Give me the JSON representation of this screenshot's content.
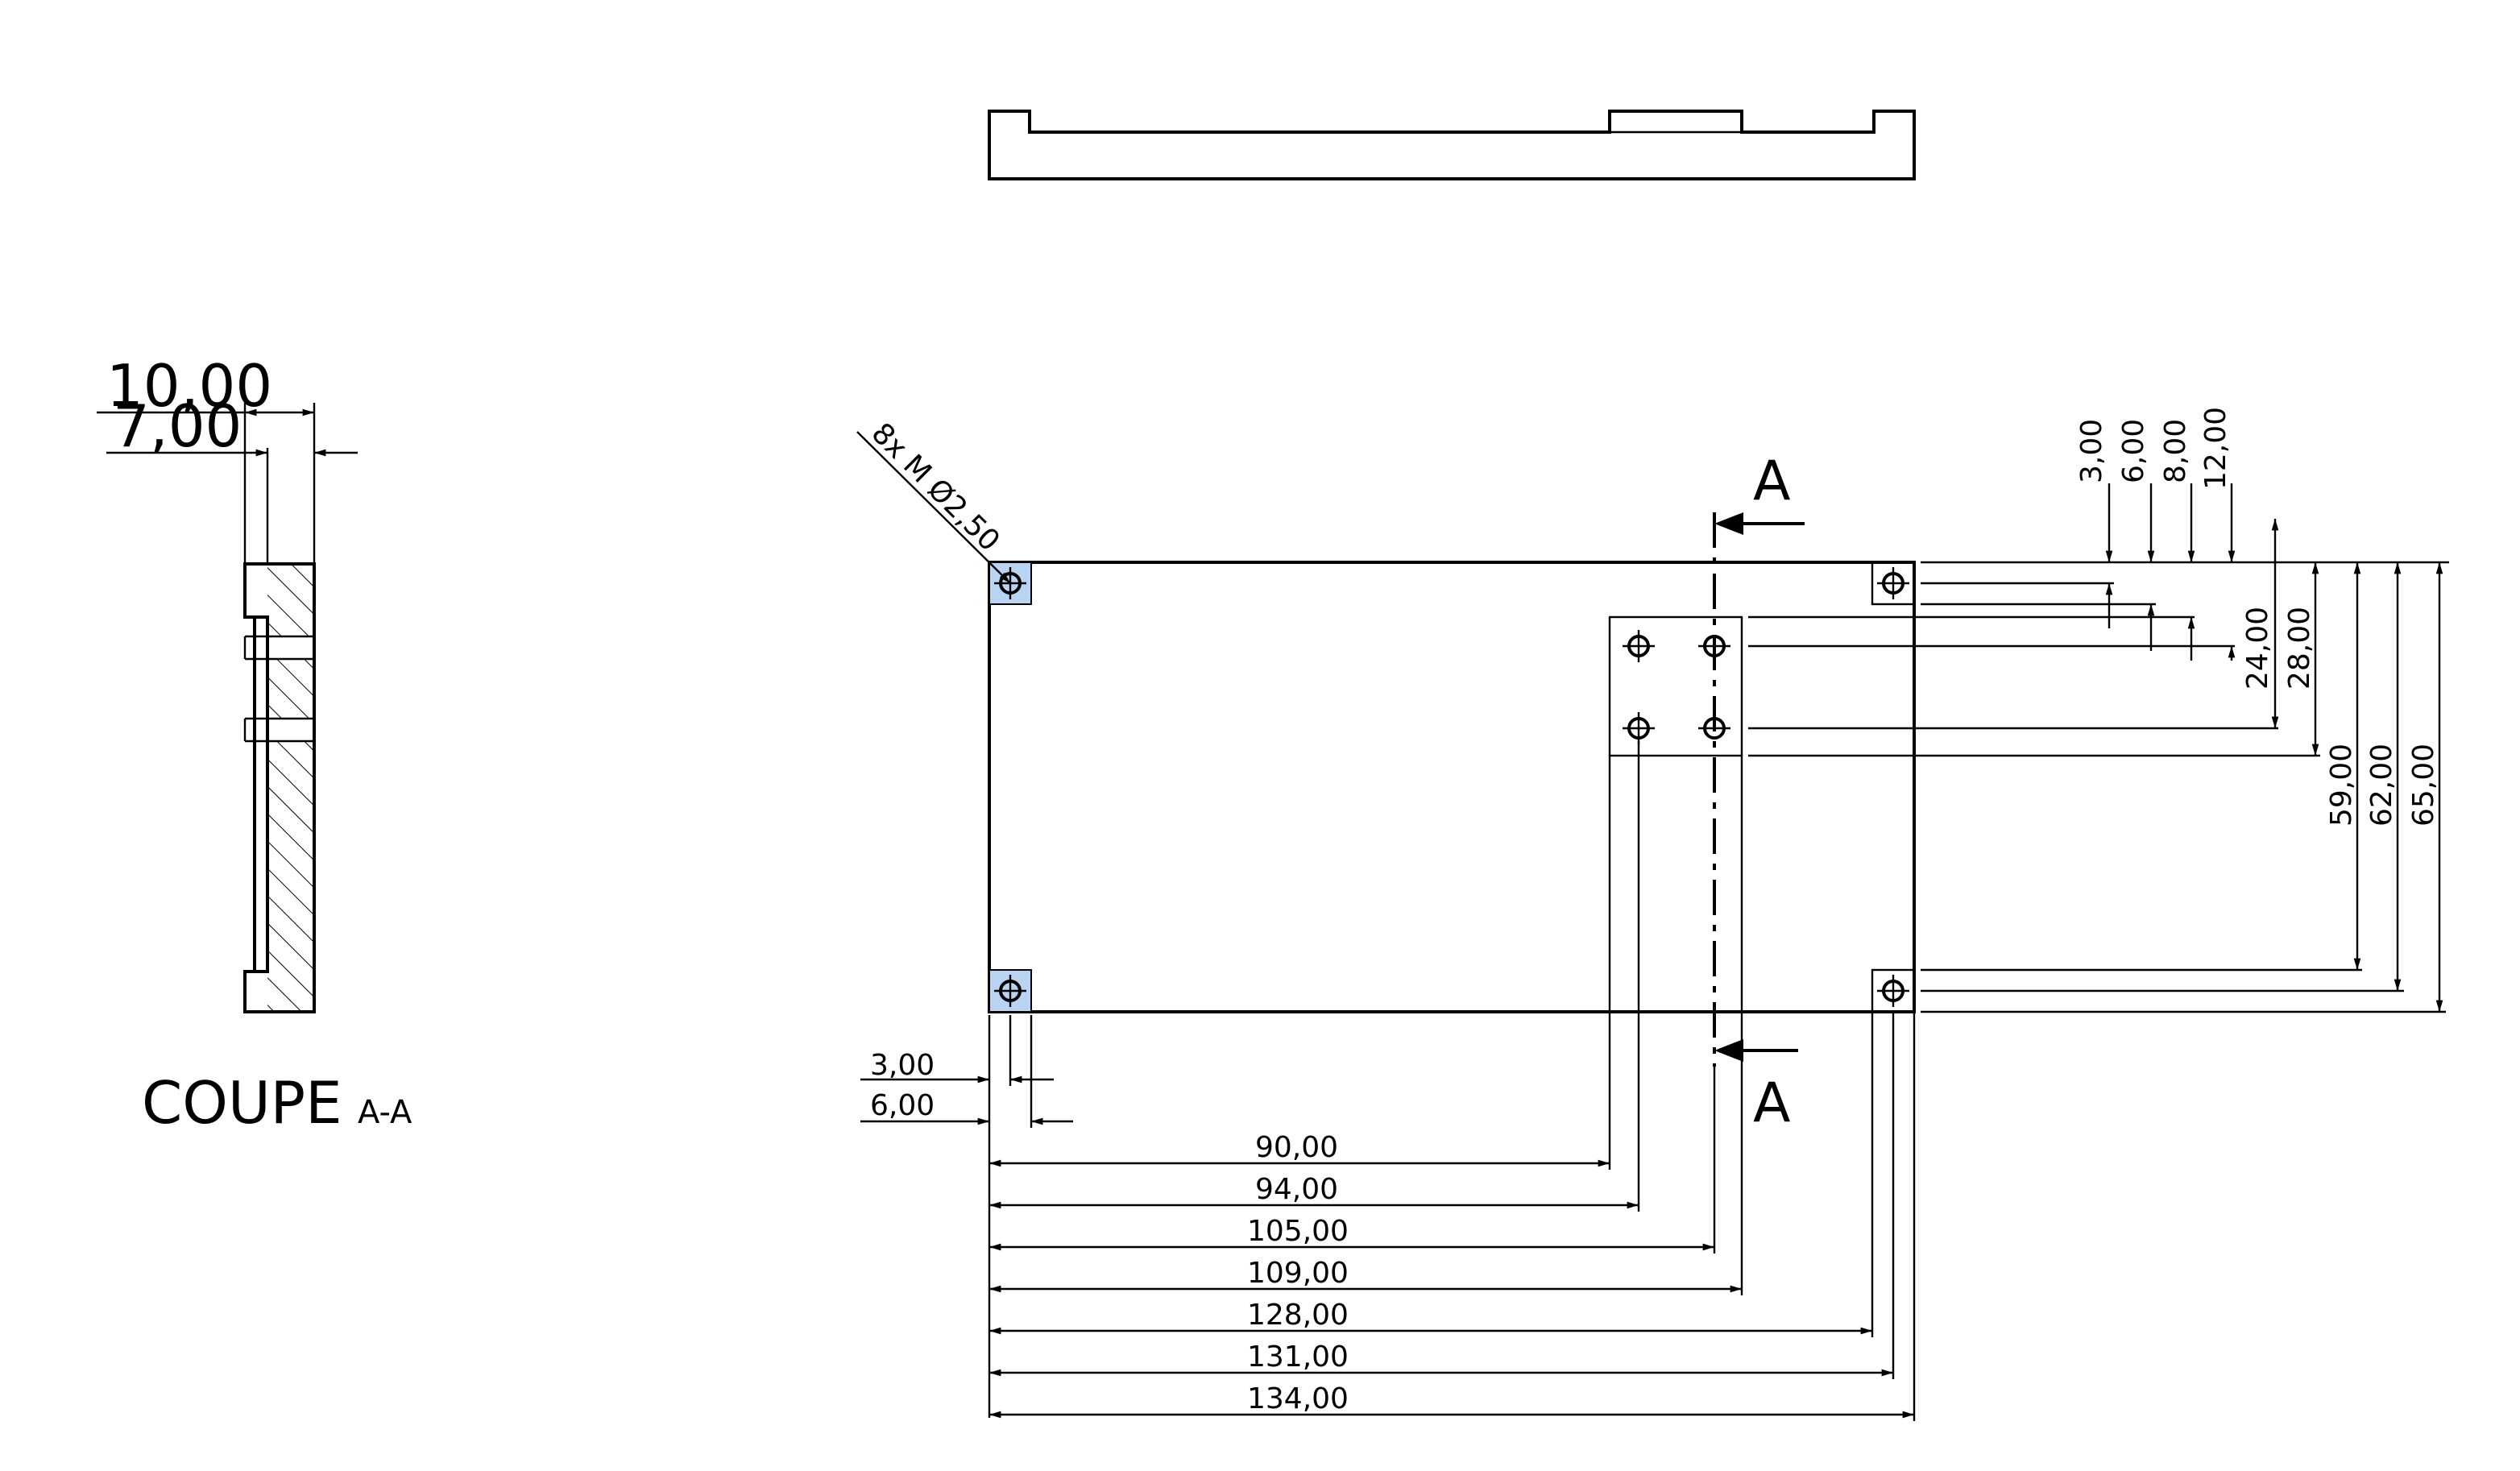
{
  "section_title": "COUPE",
  "section_sub": "A-A",
  "section_label_top": "A",
  "section_label_bottom": "A",
  "hole_callout": "8x M Ø2,50",
  "side_dims": [
    "10,00",
    "7,00"
  ],
  "left_dims": [
    "3,00",
    "6,00"
  ],
  "horizontal_dims": [
    "90,00",
    "94,00",
    "105,00",
    "109,00",
    "128,00",
    "131,00",
    "134,00"
  ],
  "top_right_dims": [
    "3,00",
    "6,00",
    "8,00",
    "12,00"
  ],
  "right_dims": [
    "24,00",
    "28,00",
    "59,00",
    "62,00",
    "65,00"
  ],
  "highlight_color": "#b8d4f2"
}
